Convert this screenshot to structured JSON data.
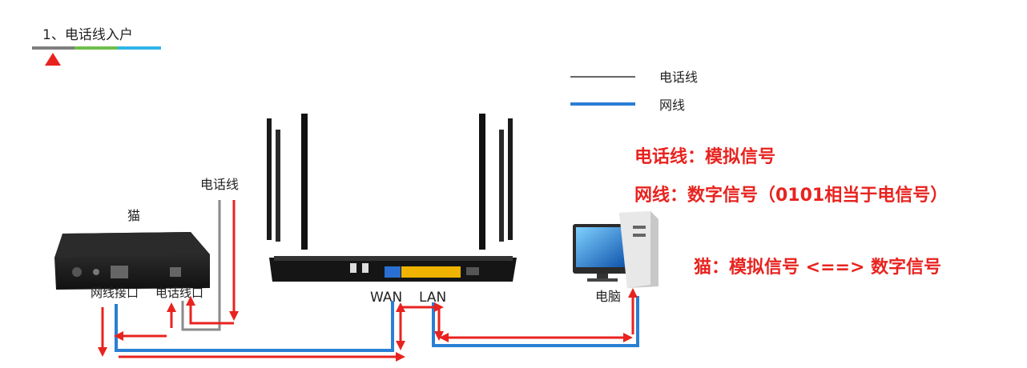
{
  "header": {
    "title": "1、电话线入户",
    "progress_colors": [
      "#7f7f7f",
      "#6dbf4b",
      "#2fb6e8"
    ],
    "marker_color": "#e8231f"
  },
  "legend": {
    "phone_line_label": "电话线",
    "phone_line_color": "#666666",
    "network_line_label": "网线",
    "network_line_color": "#2a7fd4"
  },
  "notes": {
    "line1": "电话线：模拟信号",
    "line2": "网线：数字信号（0101相当于电信号）",
    "line3": "猫：模拟信号 <==> 数字信号",
    "color": "#e8231f"
  },
  "devices": {
    "modem_label": "猫",
    "modem_net_port_label": "网线接口",
    "modem_phone_port_label": "电话线口",
    "phone_wire_label": "电话线",
    "router_wan_label": "WAN",
    "router_lan_label": "LAN",
    "pc_label": "电脑"
  },
  "colors": {
    "arrow": "#e8231f",
    "cable_blue": "#2a7fd4",
    "cable_gray": "#8a8a8a"
  }
}
